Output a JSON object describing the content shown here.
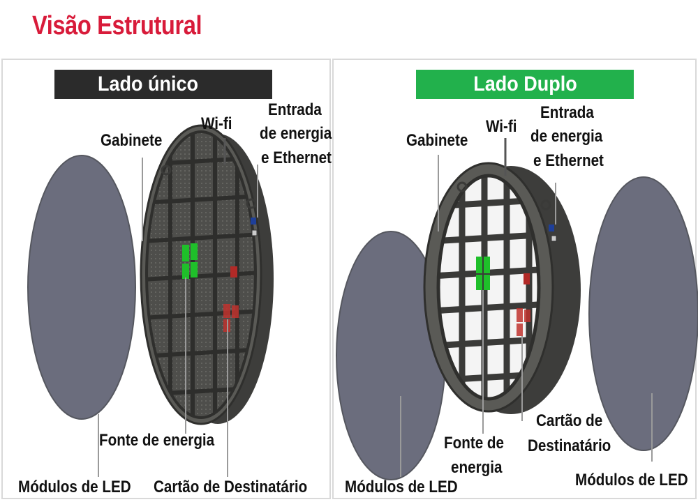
{
  "title": "Visão Estrutural",
  "colors": {
    "title": "#d81b3a",
    "single_banner": "#2b2b2b",
    "double_banner": "#22b14c",
    "led_module": "#6b6d7d",
    "cabinet": "#4a4a48",
    "power_supply": "#1fbf2a",
    "receiver_card": "#c0322e"
  },
  "single": {
    "banner": "Lado único",
    "labels": {
      "gabinete": "Gabinete",
      "wifi": "Wi-fi",
      "entrada": [
        "Entrada",
        "de energia",
        "e Ethernet"
      ],
      "fonte": "Fonte de energia",
      "modulos": "Módulos de LED",
      "cartao": "Cartão de Destinatário"
    }
  },
  "double": {
    "banner": "Lado Duplo",
    "labels": {
      "gabinete": "Gabinete",
      "wifi": "Wi-fi",
      "entrada": [
        "Entrada",
        "de energia",
        "e Ethernet"
      ],
      "fonte": [
        "Fonte de",
        "energia"
      ],
      "cartao": [
        "Cartão de",
        "Destinatário"
      ],
      "modulos_left": "Módulos de LED",
      "modulos_right": "Módulos de LED"
    }
  }
}
